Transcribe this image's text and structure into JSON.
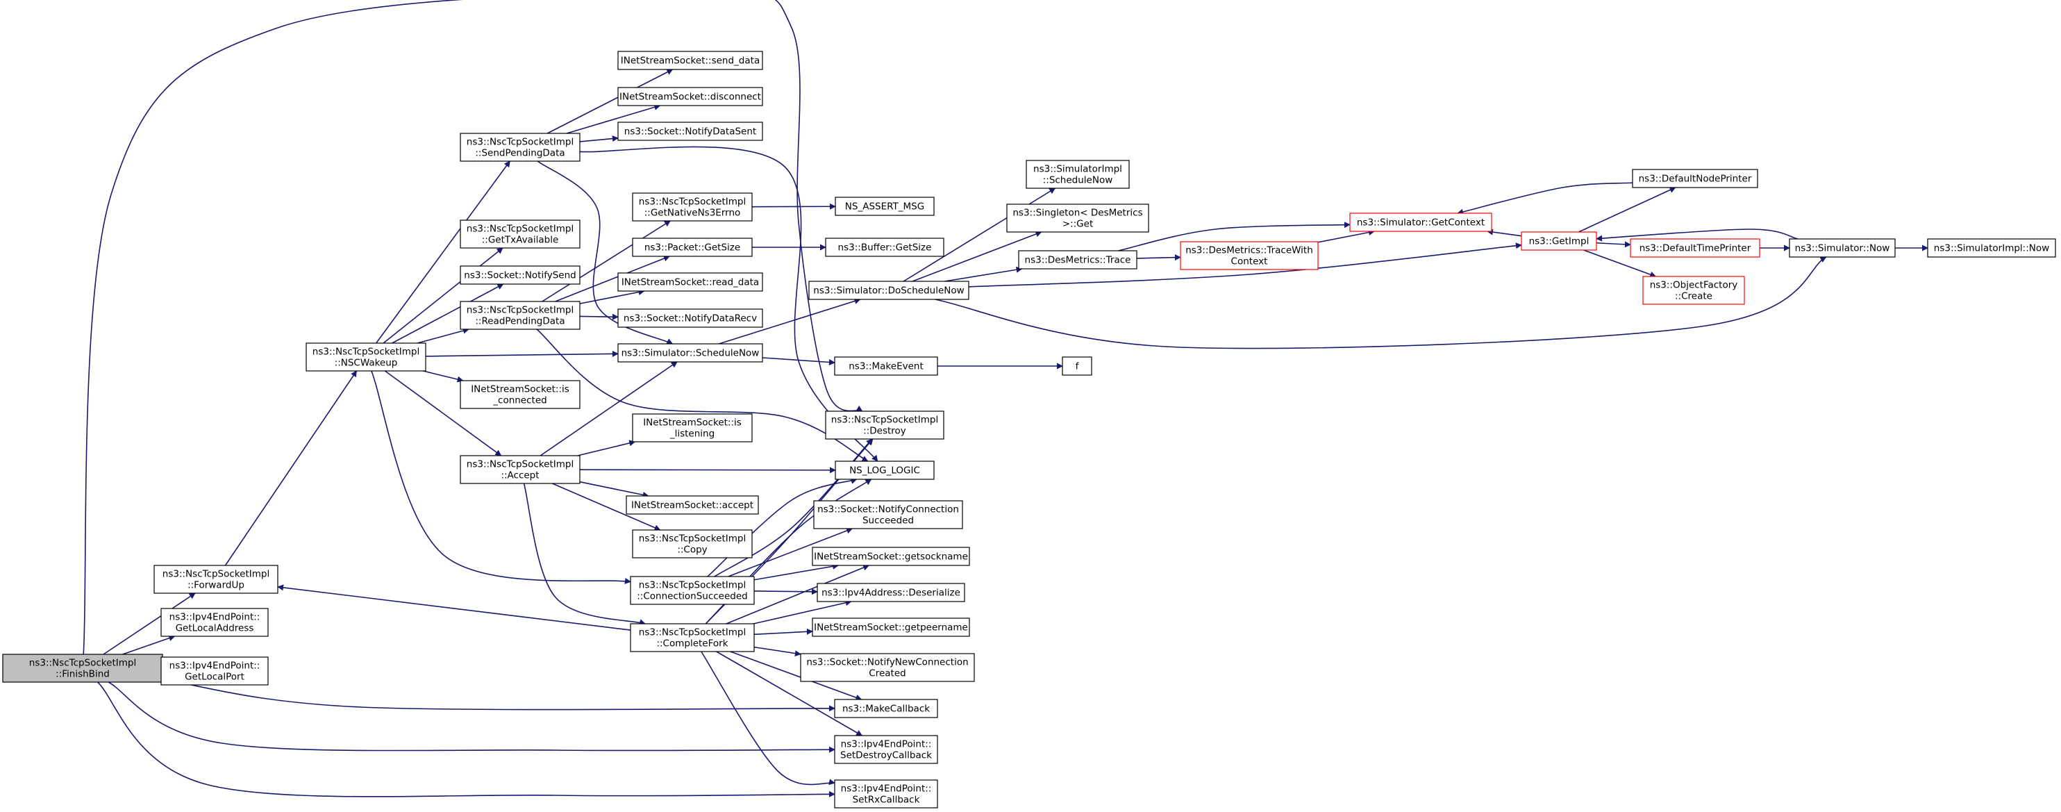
{
  "diagram": {
    "title": "",
    "colors": {
      "edge": "#191970",
      "node_border": "#000000",
      "node_fill": "#ffffff",
      "root_fill": "#bfbfbf",
      "truncated_border": "#ff0000"
    },
    "nodes": [
      {
        "id": "n_finishbind",
        "lines": [
          "ns3::NscTcpSocketImpl",
          "::FinishBind"
        ],
        "style": "root"
      },
      {
        "id": "n_forwardup",
        "lines": [
          "ns3::NscTcpSocketImpl",
          "::ForwardUp"
        ]
      },
      {
        "id": "n_getlocaladdress",
        "lines": [
          "ns3::Ipv4EndPoint::",
          "GetLocalAddress"
        ]
      },
      {
        "id": "n_getlocalport",
        "lines": [
          "ns3::Ipv4EndPoint::",
          "GetLocalPort"
        ]
      },
      {
        "id": "n_nscwakeup",
        "lines": [
          "ns3::NscTcpSocketImpl",
          "::NSCWakeup"
        ]
      },
      {
        "id": "n_sendpendingdata",
        "lines": [
          "ns3::NscTcpSocketImpl",
          "::SendPendingData"
        ]
      },
      {
        "id": "n_gettxavailable",
        "lines": [
          "ns3::NscTcpSocketImpl",
          "::GetTxAvailable"
        ]
      },
      {
        "id": "n_notifysend",
        "lines": [
          "ns3::Socket::NotifySend"
        ]
      },
      {
        "id": "n_readpendingdata",
        "lines": [
          "ns3::NscTcpSocketImpl",
          "::ReadPendingData"
        ]
      },
      {
        "id": "n_isconnected",
        "lines": [
          "INetStreamSocket::is",
          "_connected"
        ]
      },
      {
        "id": "n_accept_impl",
        "lines": [
          "ns3::NscTcpSocketImpl",
          "::Accept"
        ]
      },
      {
        "id": "n_send_data",
        "lines": [
          "INetStreamSocket::send_data"
        ]
      },
      {
        "id": "n_disconnect",
        "lines": [
          "INetStreamSocket::disconnect"
        ]
      },
      {
        "id": "n_notifydatasent",
        "lines": [
          "ns3::Socket::NotifyDataSent"
        ]
      },
      {
        "id": "n_getnativeerrno",
        "lines": [
          "ns3::NscTcpSocketImpl",
          "::GetNativeNs3Errno"
        ]
      },
      {
        "id": "n_getsize",
        "lines": [
          "ns3::Packet::GetSize"
        ]
      },
      {
        "id": "n_read_data",
        "lines": [
          "INetStreamSocket::read_data"
        ]
      },
      {
        "id": "n_notifydatarecv",
        "lines": [
          "ns3::Socket::NotifyDataRecv"
        ]
      },
      {
        "id": "n_schedulenow",
        "lines": [
          "ns3::Simulator::ScheduleNow"
        ]
      },
      {
        "id": "n_islistening",
        "lines": [
          "INetStreamSocket::is",
          "_listening"
        ]
      },
      {
        "id": "n_inet_accept",
        "lines": [
          "INetStreamSocket::accept"
        ]
      },
      {
        "id": "n_copy",
        "lines": [
          "ns3::NscTcpSocketImpl",
          "::Copy"
        ]
      },
      {
        "id": "n_connsucceeded",
        "lines": [
          "ns3::NscTcpSocketImpl",
          "::ConnectionSucceeded"
        ]
      },
      {
        "id": "n_completefork",
        "lines": [
          "ns3::NscTcpSocketImpl",
          "::CompleteFork"
        ]
      },
      {
        "id": "n_ns_assert",
        "lines": [
          "NS_ASSERT_MSG"
        ]
      },
      {
        "id": "n_buffer_getsize",
        "lines": [
          "ns3::Buffer::GetSize"
        ]
      },
      {
        "id": "n_destroy",
        "lines": [
          "ns3::NscTcpSocketImpl",
          "::Destroy"
        ]
      },
      {
        "id": "n_ns_log_logic",
        "lines": [
          "NS_LOG_LOGIC"
        ]
      },
      {
        "id": "n_notifyconnsucc",
        "lines": [
          "ns3::Socket::NotifyConnection",
          "Succeeded"
        ]
      },
      {
        "id": "n_getsockname",
        "lines": [
          "INetStreamSocket::getsockname"
        ]
      },
      {
        "id": "n_deserialize",
        "lines": [
          "ns3::Ipv4Address::Deserialize"
        ]
      },
      {
        "id": "n_getpeername",
        "lines": [
          "INetStreamSocket::getpeername"
        ]
      },
      {
        "id": "n_notifynewconn",
        "lines": [
          "ns3::Socket::NotifyNewConnection",
          "Created"
        ]
      },
      {
        "id": "n_makecallback",
        "lines": [
          "ns3::MakeCallback"
        ]
      },
      {
        "id": "n_setdestroycb",
        "lines": [
          "ns3::Ipv4EndPoint::",
          "SetDestroyCallback"
        ]
      },
      {
        "id": "n_setrxcb",
        "lines": [
          "ns3::Ipv4EndPoint::",
          "SetRxCallback"
        ]
      },
      {
        "id": "n_doschedulenow",
        "lines": [
          "ns3::Simulator::DoScheduleNow"
        ]
      },
      {
        "id": "n_makeevent",
        "lines": [
          "ns3::MakeEvent"
        ]
      },
      {
        "id": "n_f",
        "lines": [
          "f"
        ]
      },
      {
        "id": "n_simimpl_schednow",
        "lines": [
          "ns3::SimulatorImpl",
          "::ScheduleNow"
        ]
      },
      {
        "id": "n_singleton_get",
        "lines": [
          "ns3::Singleton< DesMetrics",
          " >::Get"
        ]
      },
      {
        "id": "n_desmetrics_trace",
        "lines": [
          "ns3::DesMetrics::Trace"
        ]
      },
      {
        "id": "n_tracewithcontext",
        "lines": [
          "ns3::DesMetrics::TraceWith",
          "Context"
        ],
        "style": "red"
      },
      {
        "id": "n_getcontext",
        "lines": [
          "ns3::Simulator::GetContext"
        ],
        "style": "red"
      },
      {
        "id": "n_getimpl",
        "lines": [
          "ns3::GetImpl"
        ],
        "style": "red"
      },
      {
        "id": "n_defnodeprinter",
        "lines": [
          "ns3::DefaultNodePrinter"
        ]
      },
      {
        "id": "n_deftimeprinter",
        "lines": [
          "ns3::DefaultTimePrinter"
        ],
        "style": "red"
      },
      {
        "id": "n_objfactory_create",
        "lines": [
          "ns3::ObjectFactory",
          "::Create"
        ],
        "style": "red"
      },
      {
        "id": "n_sim_now",
        "lines": [
          "ns3::Simulator::Now"
        ]
      },
      {
        "id": "n_simimpl_now",
        "lines": [
          "ns3::SimulatorImpl::Now"
        ]
      }
    ]
  }
}
